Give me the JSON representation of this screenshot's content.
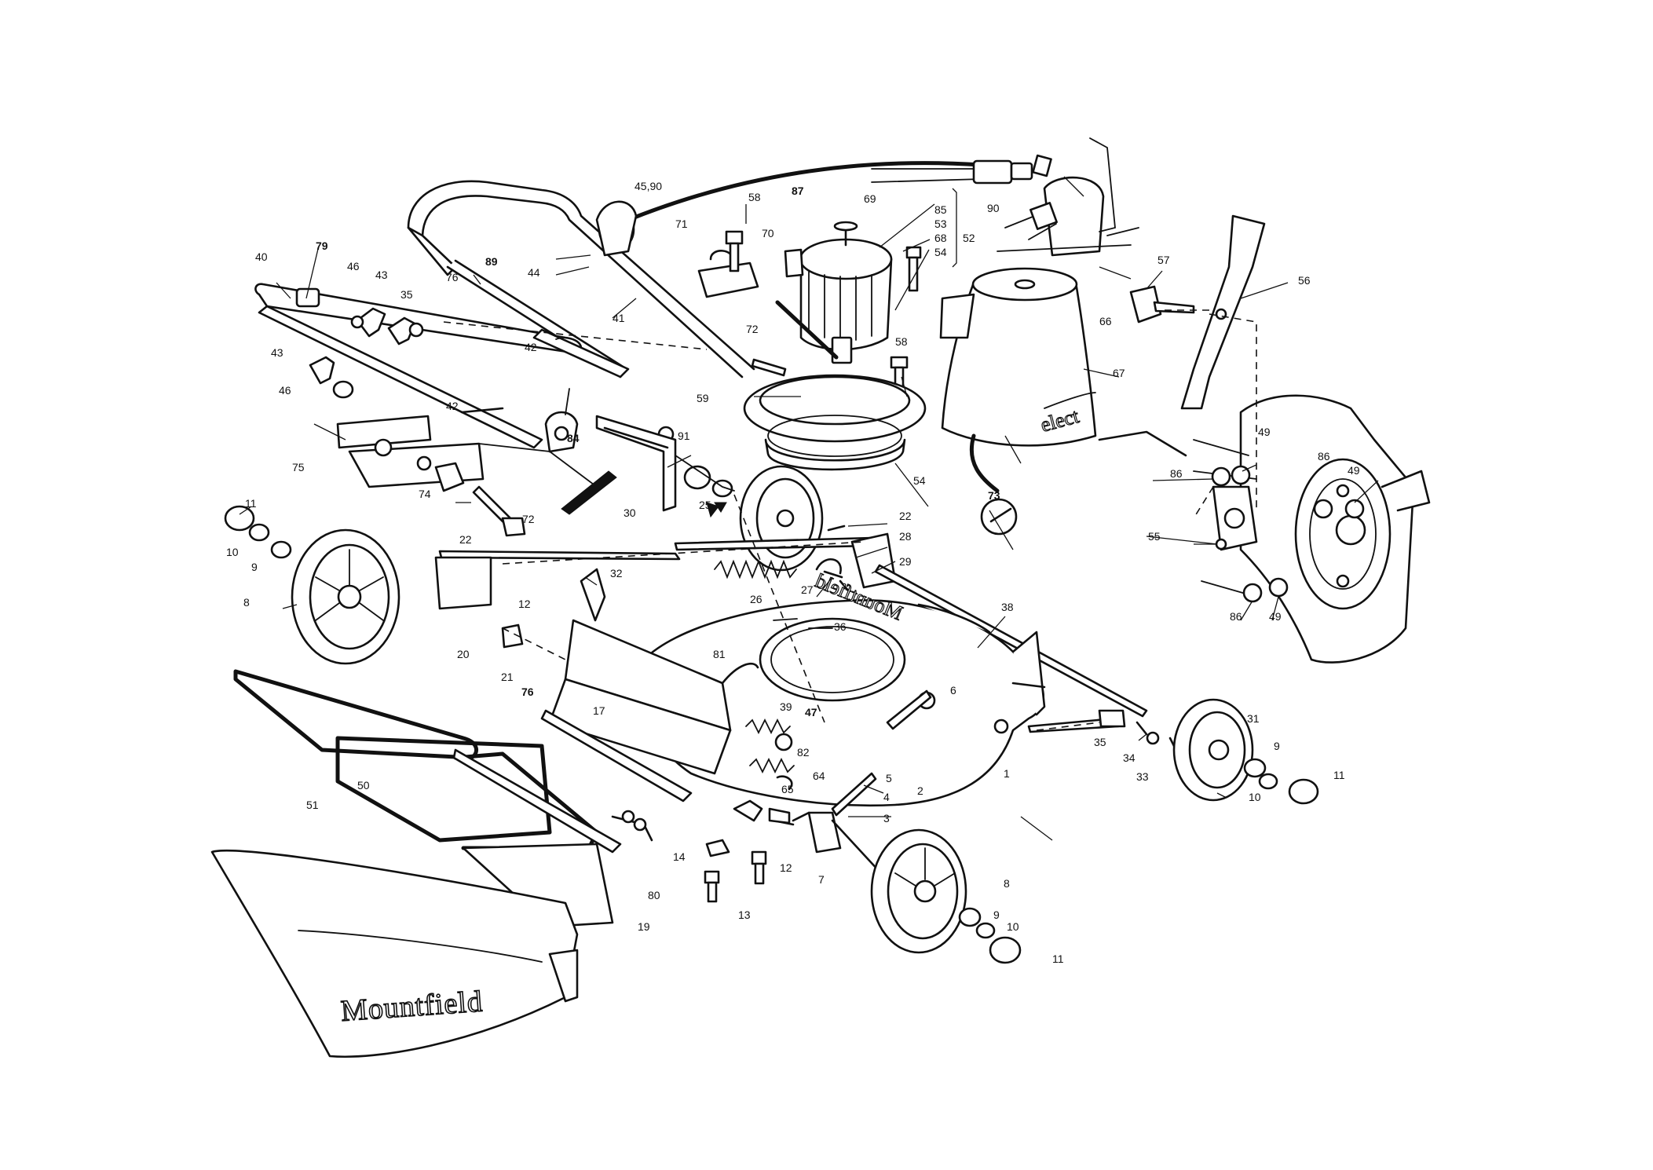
{
  "brand": {
    "grass_box": "Mountfield",
    "deck": "Mountfield",
    "motor_cover": "elect"
  },
  "callouts": {
    "c_45_90": "45,90",
    "c_58a": "58",
    "c_87": "87",
    "c_69": "69",
    "c_85": "85",
    "c_53": "53",
    "c_68": "68",
    "c_54a": "54",
    "c_52": "52",
    "c_90": "90",
    "c_71": "71",
    "c_70": "70",
    "c_89": "89",
    "c_76a": "76",
    "c_44": "44",
    "c_41": "41",
    "c_40": "40",
    "c_79": "79",
    "c_46a": "46",
    "c_43a": "43",
    "c_35a": "35",
    "c_42a": "42",
    "c_72a": "72",
    "c_58b": "58",
    "c_59": "59",
    "c_66": "66",
    "c_67": "67",
    "c_57": "57",
    "c_56": "56",
    "c_43b": "43",
    "c_46b": "46",
    "c_42b": "42",
    "c_84": "84",
    "c_91": "91",
    "c_54b": "54",
    "c_75": "75",
    "c_74": "74",
    "c_72b": "72",
    "c_30": "30",
    "c_25": "25",
    "c_22a": "22",
    "c_11a": "11",
    "c_10a": "10",
    "c_9a": "9",
    "c_8a": "8",
    "c_22b": "22",
    "c_28": "28",
    "c_29": "29",
    "c_32": "32",
    "c_26": "26",
    "c_27": "27",
    "c_38": "38",
    "c_36": "36",
    "c_12a": "12",
    "c_73": "73",
    "c_49a": "49",
    "c_86a": "86",
    "c_86b": "86",
    "c_49b": "49",
    "c_55": "55",
    "c_86c": "86",
    "c_49c": "49",
    "c_20": "20",
    "c_21": "21",
    "c_76b": "76",
    "c_81": "81",
    "c_6": "6",
    "c_39": "39",
    "c_17": "17",
    "c_47": "47",
    "c_82": "82",
    "c_50": "50",
    "c_1": "1",
    "c_65": "65",
    "c_64": "64",
    "c_5": "5",
    "c_4": "4",
    "c_2": "2",
    "c_3": "3",
    "c_35b": "35",
    "c_34": "34",
    "c_33": "33",
    "c_31": "31",
    "c_9b": "9",
    "c_10b": "10",
    "c_11b": "11",
    "c_51": "51",
    "c_14": "14",
    "c_12b": "12",
    "c_7": "7",
    "c_8b": "8",
    "c_80": "80",
    "c_13": "13",
    "c_19": "19",
    "c_9c": "9",
    "c_10c": "10",
    "c_11c": "11"
  }
}
